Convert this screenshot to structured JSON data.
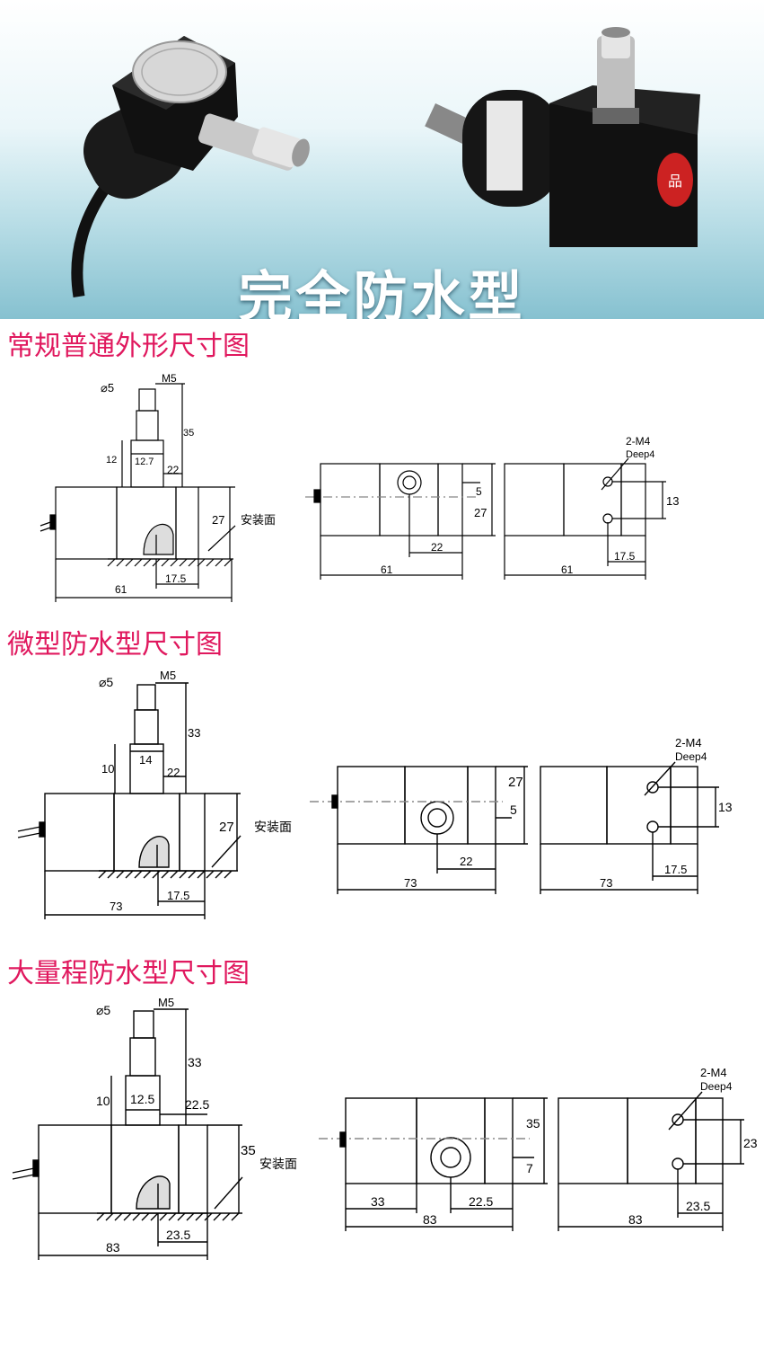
{
  "hero": {
    "title": "完全防水型",
    "label_red": "品"
  },
  "sections": [
    {
      "title": "常规普通外形尺寸图",
      "side": {
        "dia": "⌀5",
        "thread": "M5",
        "h_total": "35",
        "h_shaft": "12",
        "w_shaft": "12.7",
        "shaft_off": "22",
        "body_h": "27",
        "mount_label": "安装面",
        "len": "61",
        "hole_off": "17.5"
      },
      "top": {
        "h1": "5",
        "h2": "27",
        "off": "22",
        "len": "61"
      },
      "bottom": {
        "holes": "2-M4",
        "deep": "Deep4",
        "spacing": "13",
        "off": "17.5",
        "len": "61"
      }
    },
    {
      "title": "微型防水型尺寸图",
      "side": {
        "dia": "⌀5",
        "thread": "M5",
        "h_total": "33",
        "h_shaft": "10",
        "w_shaft": "14",
        "shaft_off": "22",
        "body_h": "27",
        "mount_label": "安装面",
        "len": "73",
        "hole_off": "17.5"
      },
      "top": {
        "h1": "27",
        "h2": "5",
        "off": "22",
        "len": "73"
      },
      "bottom": {
        "holes": "2-M4",
        "deep": "Deep4",
        "spacing": "13",
        "off": "17.5",
        "len": "73"
      }
    },
    {
      "title": "大量程防水型尺寸图",
      "side": {
        "dia": "⌀5",
        "thread": "M5",
        "h_total": "33",
        "h_shaft": "10",
        "w_shaft": "12.5",
        "shaft_off": "22.5",
        "body_h": "35",
        "mount_label": "安装面",
        "len": "83",
        "hole_off": "23.5"
      },
      "top": {
        "h1": "35",
        "h2": "7",
        "left": "33",
        "off": "22.5",
        "len": "83"
      },
      "bottom": {
        "holes": "2-M4",
        "deep": "Deep4",
        "spacing": "23",
        "off": "23.5",
        "len": "83"
      }
    }
  ]
}
